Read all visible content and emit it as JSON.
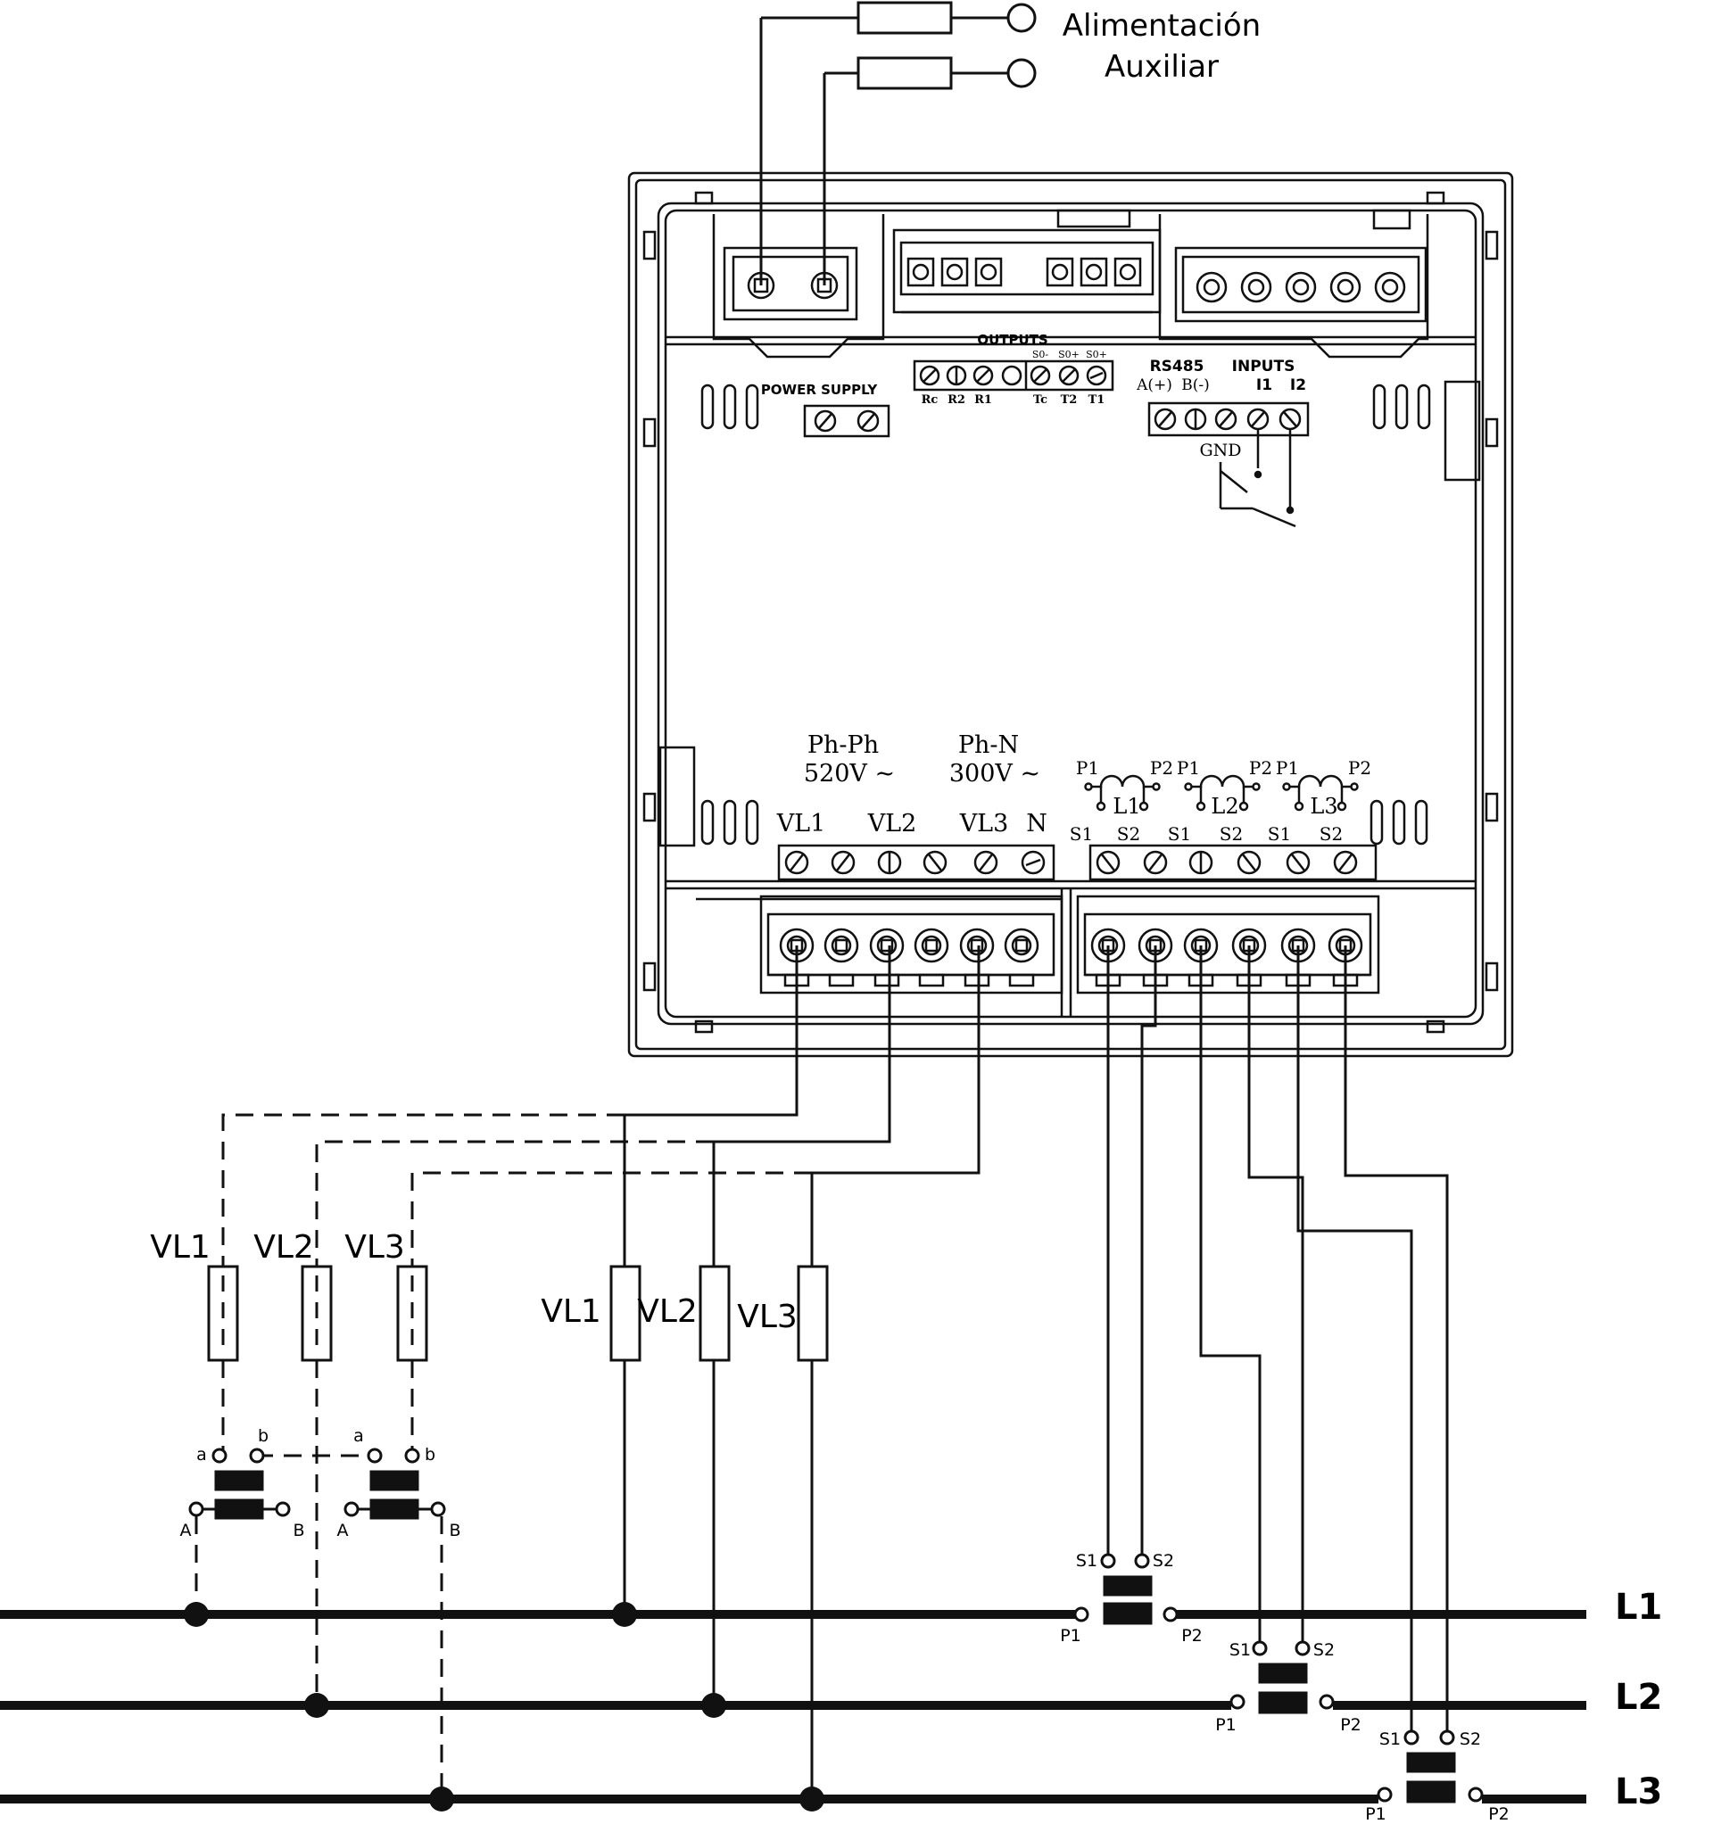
{
  "aux_supply": {
    "line1": "Alimentación",
    "line2": "Auxiliar"
  },
  "device": {
    "power_supply": "POWER SUPPLY",
    "outputs": "OUTPUTS",
    "so_minus": "S0-",
    "so_plus_1": "S0+",
    "so_plus_2": "S0+",
    "out_rc": "Rc",
    "out_r2": "R2",
    "out_r1": "R1",
    "out_tc": "Tc",
    "out_t2": "T2",
    "out_t1": "T1",
    "rs485": "RS485",
    "inputs": "INPUTS",
    "rs_a": "A(+)",
    "rs_b": "B(-)",
    "in_i1": "I1",
    "in_i2": "I2",
    "gnd": "GND",
    "ph_ph": "Ph-Ph",
    "ph_ph_v": "520V ~",
    "ph_n": "Ph-N",
    "ph_n_v": "300V ~",
    "vl1": "VL1",
    "vl2": "VL2",
    "vl3": "VL3",
    "n": "N",
    "ct_l1": "L1",
    "ct_l2": "L2",
    "ct_l3": "L3",
    "p1": "P1",
    "p2": "P2",
    "s1": "S1",
    "s2": "S2"
  },
  "fuses": {
    "vl1": "VL1",
    "vl2": "VL2",
    "vl3": "VL3"
  },
  "vt": {
    "a": "a",
    "b": "b",
    "A": "A",
    "B": "B"
  },
  "ct": {
    "p1": "P1",
    "p2": "P2",
    "s1": "S1",
    "s2": "S2"
  },
  "lines": {
    "l1": "L1",
    "l2": "L2",
    "l3": "L3"
  }
}
